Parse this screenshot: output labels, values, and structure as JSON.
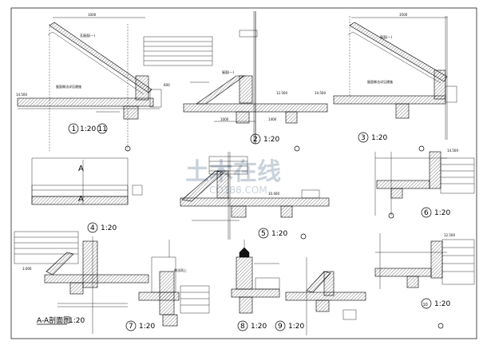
{
  "sheet": {
    "callouts": [
      {
        "num": "1",
        "scale": "1:20",
        "ref": "11"
      },
      {
        "num": "2",
        "scale": "1:20"
      },
      {
        "num": "3",
        "scale": "1:20"
      },
      {
        "num": "4",
        "scale": "1:20"
      },
      {
        "num": "5",
        "scale": "1:20"
      },
      {
        "num": "6",
        "scale": "1:20"
      },
      {
        "num": "7",
        "scale": "1:20"
      },
      {
        "num": "8",
        "scale": "1:20"
      },
      {
        "num": "9",
        "scale": "1:20"
      },
      {
        "num": "10",
        "scale": "1:20"
      }
    ],
    "section_title": "A-A剖面图",
    "section_scale": "1:20",
    "section_mark": "A",
    "watermark": {
      "brand": "土木在线",
      "url": "CO188.COM"
    }
  },
  "labels": {
    "d1_roof": "瓦屋面(一)",
    "d1_floor": "屋面做法详见建施",
    "d2_roof": "屋面(一)",
    "d3_roof": "屋面(一)",
    "d3_floor": "屋面做法详见建施",
    "d7_note": "做法同上"
  },
  "dims": {
    "d1_top": "1000",
    "d1_elev": "14.500",
    "d1_w": "600",
    "d2_a": "1000",
    "d2_b": "1400",
    "d2_elev": "12.500",
    "d3_top": "3500",
    "d3_elev": "14.500",
    "d5_elev": "10.400",
    "d6_elev": "14.500",
    "d10_elev": "12.500",
    "a_elev": "3.000"
  }
}
